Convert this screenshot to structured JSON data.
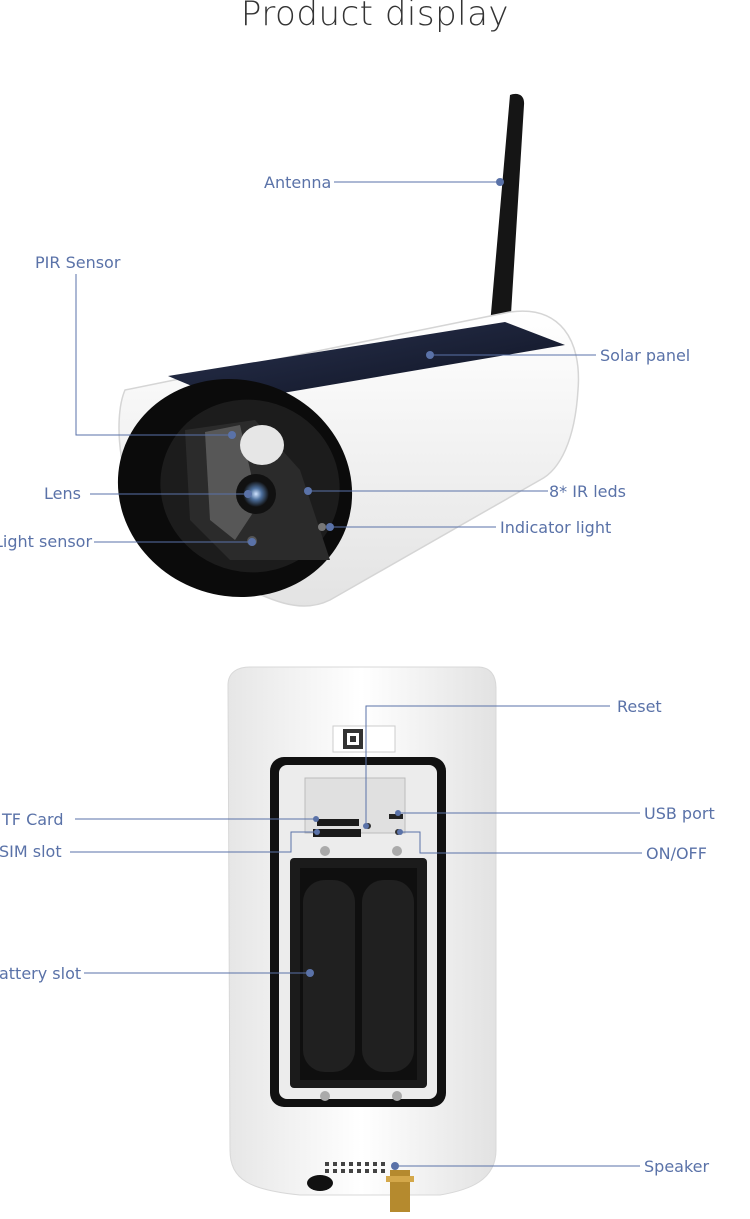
{
  "title": "Product display",
  "colors": {
    "callout": "#5a72a8",
    "body": "#f2f2f2",
    "dark": "#1a1a1a"
  },
  "front_labels": {
    "antenna": "Antenna",
    "pir_sensor": "PIR Sensor",
    "solar_panel": "Solar panel",
    "lens": "Lens",
    "ir_leds": "8* IR leds",
    "indicator_light": "Indicator light",
    "light_sensor": "Light sensor"
  },
  "back_labels": {
    "reset": "Reset",
    "tf_card": "TF Card",
    "usb_port": "USB port",
    "sim_slot": "SIM slot",
    "on_off": "ON/OFF",
    "battery_slot": "Battery slot",
    "speaker": "Speaker"
  }
}
